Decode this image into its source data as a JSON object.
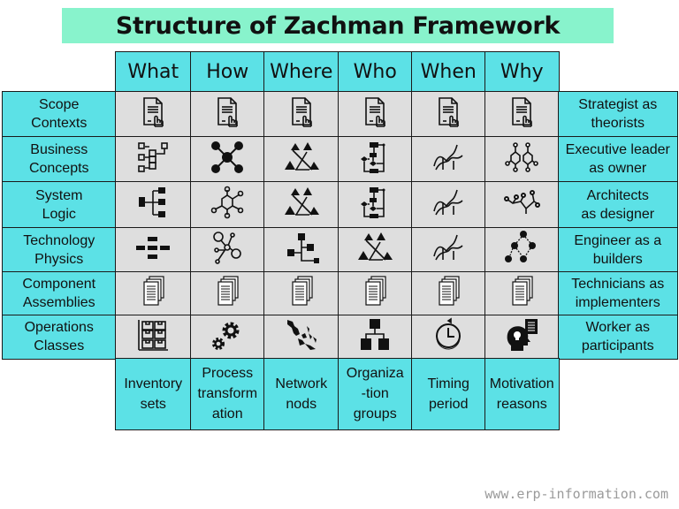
{
  "title": "Structure of Zachman Framework",
  "columns": [
    "What",
    "How",
    "Where",
    "Who",
    "When",
    "Why"
  ],
  "rows": [
    {
      "label": "Scope Contexts",
      "label_lines": [
        "Scope",
        "Contexts"
      ],
      "role_lines": [
        "Strategist as",
        "theorists"
      ],
      "icons": [
        "document-pointer-icon",
        "document-pointer-icon",
        "document-pointer-icon",
        "document-pointer-icon",
        "document-pointer-icon",
        "document-pointer-icon"
      ]
    },
    {
      "label": "Business Concepts",
      "label_lines": [
        "Business",
        "Concepts"
      ],
      "role_lines": [
        "Executive leader",
        "as  owner"
      ],
      "icons": [
        "flow-boxes-icon",
        "hub-network-icon",
        "triangles-icon",
        "flowchart-icon",
        "curves-icon",
        "molecule-icon"
      ]
    },
    {
      "label": "System Logic",
      "label_lines": [
        "System",
        "Logic"
      ],
      "role_lines": [
        "Architects",
        "as designer"
      ],
      "icons": [
        "tree-hierarchy-icon",
        "hexagon-molecule-icon",
        "triangles-icon",
        "flowchart-icon",
        "curves-icon",
        "chain-molecule-icon"
      ]
    },
    {
      "label": "Technology Physics",
      "label_lines": [
        "Technology",
        "Physics"
      ],
      "role_lines": [
        "Engineer as a",
        "builders"
      ],
      "icons": [
        "bars-layout-icon",
        "node-graph-icon",
        "tree-branch-icon",
        "triangles-icon",
        "curves-icon",
        "dot-diamond-icon"
      ]
    },
    {
      "label": "Component Assemblies",
      "label_lines": [
        "Component",
        "Assemblies"
      ],
      "role_lines": [
        "Technicians  as",
        "implementers"
      ],
      "icons": [
        "documents-stack-icon",
        "documents-stack-icon",
        "documents-stack-icon",
        "documents-stack-icon",
        "documents-stack-icon",
        "documents-stack-icon"
      ]
    },
    {
      "label": "Operations Classes",
      "label_lines": [
        "Operations",
        "Classes"
      ],
      "role_lines": [
        "Worker as",
        "participants"
      ],
      "icons": [
        "inventory-shelves-icon",
        "gears-icon",
        "map-icon",
        "org-chart-icon",
        "clock-icon",
        "motivation-head-icon"
      ]
    }
  ],
  "footer": [
    {
      "lines": [
        "Inventory",
        "sets"
      ]
    },
    {
      "lines": [
        "Process",
        "transform",
        "ation"
      ]
    },
    {
      "lines": [
        "Network",
        "nods"
      ]
    },
    {
      "lines": [
        "Organiza",
        "-tion",
        "groups"
      ]
    },
    {
      "lines": [
        "Timing",
        "period"
      ]
    },
    {
      "lines": [
        "Motivation",
        "reasons"
      ]
    }
  ],
  "watermark": "www.erp-information.com",
  "colors": {
    "title_bg": "#88f3cc",
    "cell_cyan": "#5ce1e6",
    "cell_grey": "#dedede",
    "border": "#1a1a1a"
  }
}
